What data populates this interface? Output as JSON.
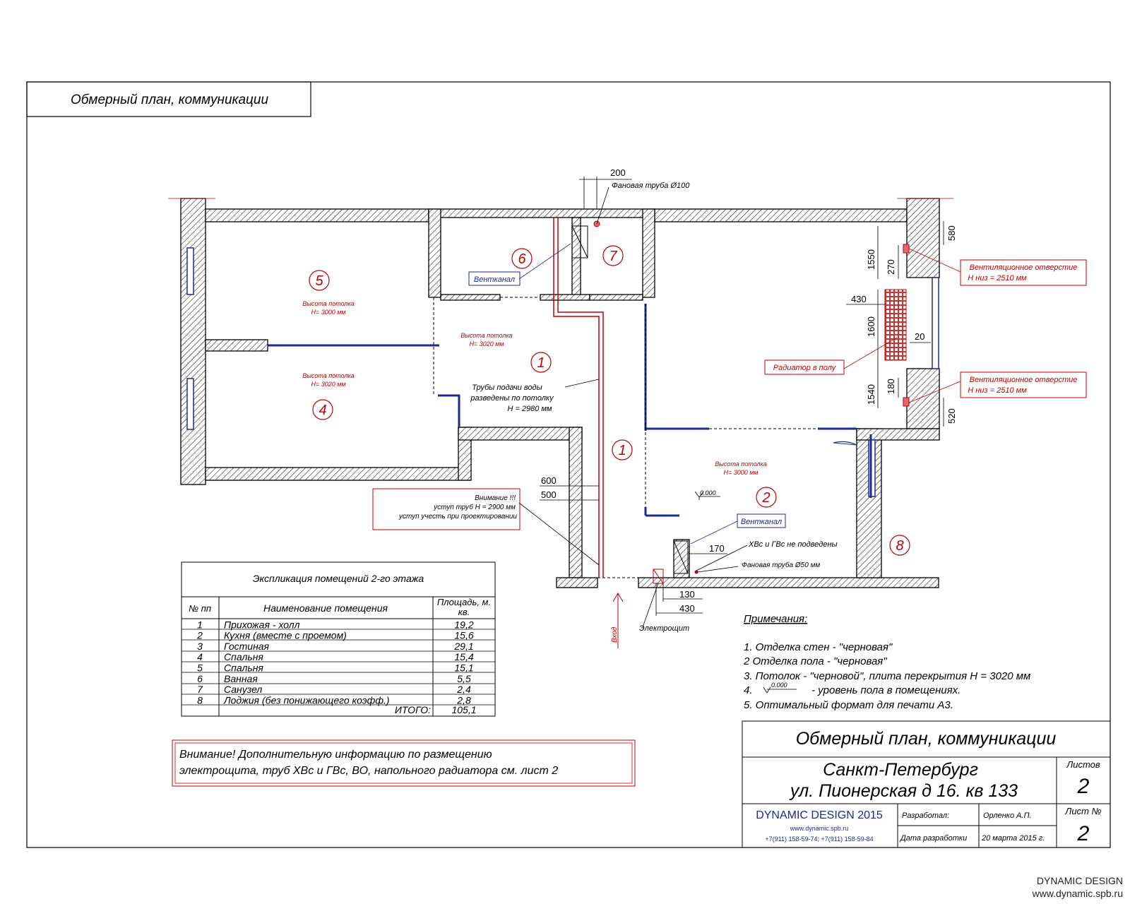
{
  "sheet_title": "Обмерный план, коммуникации",
  "colors": {
    "line": "#000000",
    "red": "#c00000",
    "blue": "#1f2a8c",
    "pink": "#e06a6a"
  },
  "rooms": [
    {
      "num": "1"
    },
    {
      "num": "1"
    },
    {
      "num": "2"
    },
    {
      "num": "4"
    },
    {
      "num": "5"
    },
    {
      "num": "6"
    },
    {
      "num": "7"
    },
    {
      "num": "8"
    }
  ],
  "ceiling_labels": [
    {
      "line1": "Высота потолка",
      "line2": "H= 3000 мм"
    },
    {
      "line1": "Высота потолка",
      "line2": "H= 3020 мм"
    },
    {
      "line1": "Высота потолка",
      "line2": "H= 3020 мм"
    },
    {
      "line1": "Высота потолка",
      "line2": "H= 3000 мм"
    }
  ],
  "dimensions": [
    "200",
    "580",
    "1550",
    "270",
    "430",
    "1600",
    "20",
    "1540",
    "180",
    "520",
    "600",
    "500",
    "170",
    "130",
    "430"
  ],
  "callouts": {
    "fan_pipe_100": "Фановая труба Ø100",
    "ventkanal_1": "Вентканал",
    "ventkanal_2": "Вентканал",
    "vent_hole_1_title": "Вентиляционное отверстие",
    "vent_hole_1_h": "H низ = 2510 мм",
    "vent_hole_2_title": "Вентиляционное отверстие",
    "vent_hole_2_h": "H низ = 2510 мм",
    "radiator": "Радиатор в полу",
    "pipes_1": "Трубы подачи воды",
    "pipes_2": "разведены по потолку",
    "pipes_3": "H = 2980 мм",
    "warning_1": "Внимание !!!",
    "warning_2": "уступ труб H = 2900 мм",
    "warning_3": "уступ учесть при проектировании",
    "hvs": "ХВс и ГВс не подведены",
    "fan_pipe_50": "Фановая труба Ø50 мм",
    "level": "0.000",
    "entrance": "Вход",
    "shield": "Электрощит"
  },
  "explication": {
    "title": "Экспликация помещений 2-го этажа",
    "headers": [
      "№ пп",
      "Наименование помещения",
      "Площадь, м. кв."
    ],
    "rows": [
      [
        "1",
        "Прихожая - холл",
        "19,2"
      ],
      [
        "2",
        "Кухня (вместе с проемом)",
        "15,6"
      ],
      [
        "3",
        "Гостиная",
        "29,1"
      ],
      [
        "4",
        "Спальня",
        "15,4"
      ],
      [
        "5",
        "Спальня",
        "15,1"
      ],
      [
        "6",
        "Ванная",
        "5,5"
      ],
      [
        "7",
        "Санузел",
        "2,4"
      ],
      [
        "8",
        "Лоджия (без понижающего коэфф.)",
        "2,8"
      ]
    ],
    "total_label": "ИТОГО:",
    "total_value": "105,1"
  },
  "notes": {
    "title": "Примечания:",
    "items": [
      "1. Отделка стен - \"черновая\"",
      "2 Отделка пола - \"черновая\"",
      "3. Потолок - \"черновой\", плита перекрытия H = 3020 мм",
      "- уровень пола в помещениях.",
      "5. Оптимальный формат для печати А3."
    ],
    "item4_num": "4.",
    "item4_level": "0.000"
  },
  "attention": {
    "line1": "Внимание! Дополнительную информацию по размещению",
    "line2": "электрощита, труб ХВс и ГВс, ВО, напольного радиатора см. лист 2"
  },
  "title_block": {
    "title": "Обмерный план, коммуникации",
    "city": "Санкт-Петербург",
    "address": "ул. Пионерская д 16. кв 133",
    "sheets_label": "Листов",
    "sheets_value": "2",
    "sheet_label": "Лист №",
    "sheet_value": "2",
    "company": "DYNAMIC DESIGN 2015",
    "site": "www.dynamic.spb.ru",
    "phones": "+7(911) 158-59-74;   +7(911) 158-59-84",
    "developer_label": "Разработал:",
    "developer_value": "Орленко А.П.",
    "date_label": "Дата разработки",
    "date_value": "20 марта 2015 г."
  },
  "watermark": {
    "line1": "DYNAMIC DESIGN",
    "line2": "www.dynamic.spb.ru"
  }
}
